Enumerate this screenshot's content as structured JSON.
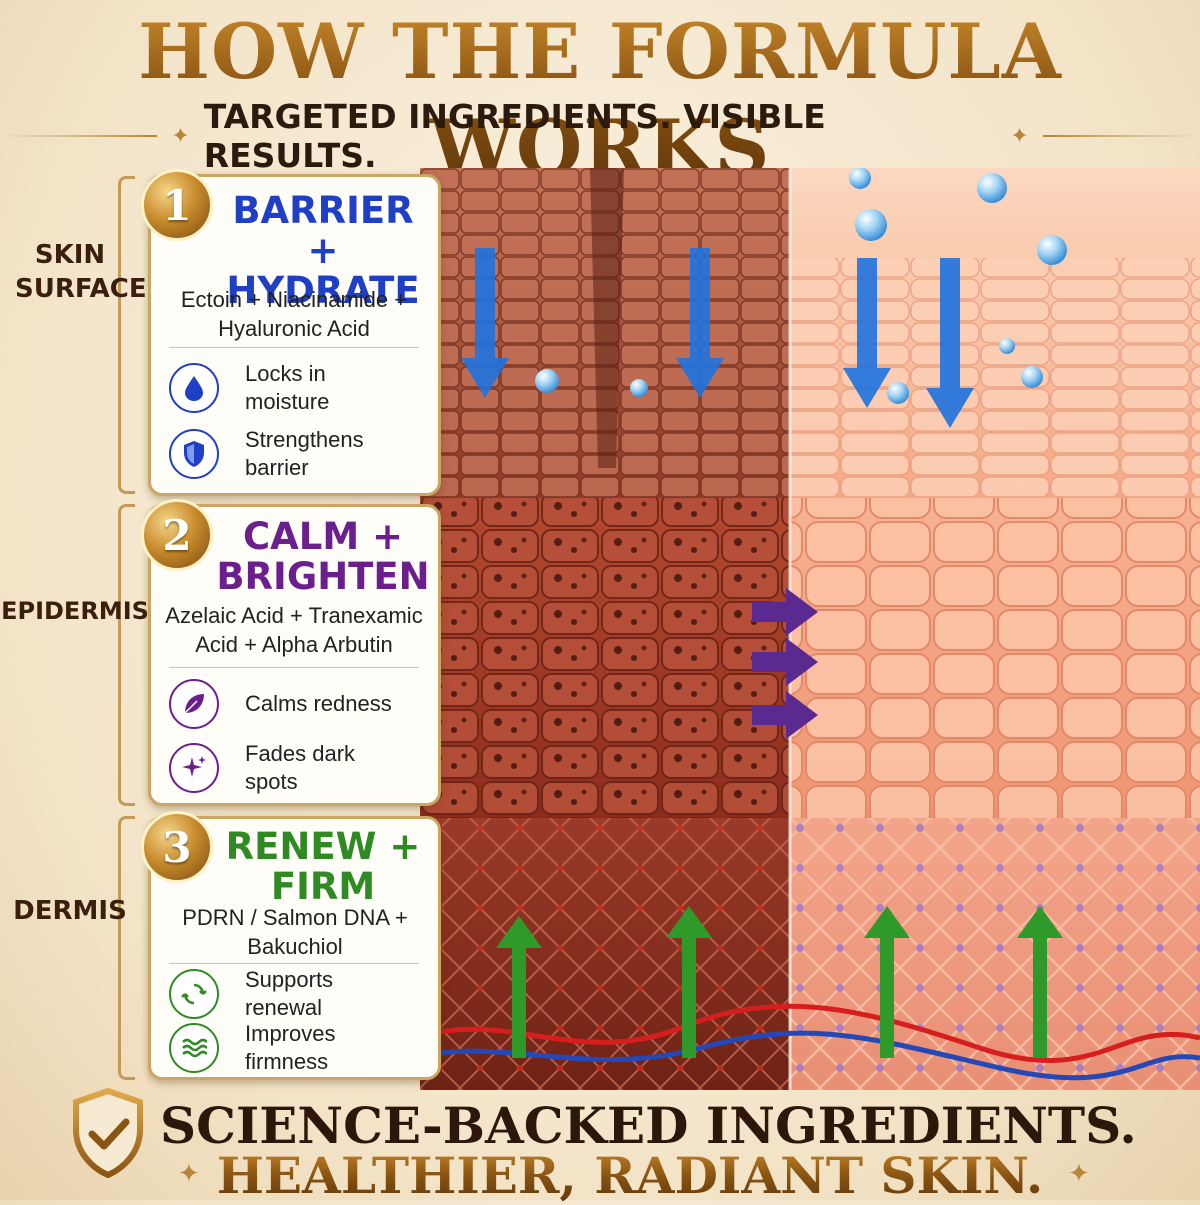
{
  "header": {
    "title": "HOW THE FORMULA WORKS",
    "subtitle": "TARGETED INGREDIENTS. VISIBLE RESULTS."
  },
  "layers": [
    {
      "side_label": "SKIN SURFACE",
      "number": "1",
      "title": "BARRIER + HYDRATE",
      "title_color": "#1f3fc4",
      "ingredients": "Ectoin + Niacinamide + Hyaluronic Acid",
      "benefits": [
        {
          "icon": "water-drop-icon",
          "text": "Locks in moisture"
        },
        {
          "icon": "shield-icon",
          "text": "Strengthens barrier"
        }
      ]
    },
    {
      "side_label": "EPIDERMIS",
      "number": "2",
      "title": "CALM + BRIGHTEN",
      "title_color": "#6a1f8c",
      "ingredients": "Azelaic Acid + Tranexamic Acid + Alpha Arbutin",
      "benefits": [
        {
          "icon": "leaf-icon",
          "text": "Calms redness"
        },
        {
          "icon": "sparkle-icon",
          "text": "Fades dark spots"
        }
      ]
    },
    {
      "side_label": "DERMIS",
      "number": "3",
      "title": "RENEW + FIRM",
      "title_color": "#2f8a23",
      "ingredients": "PDRN / Salmon DNA + Bakuchiol",
      "benefits": [
        {
          "icon": "renew-cycle-icon",
          "text": "Supports renewal"
        },
        {
          "icon": "wave-lines-icon",
          "text": "Improves firmness"
        }
      ]
    }
  ],
  "footer": {
    "line1": "SCIENCE-BACKED INGREDIENTS.",
    "line2": "HEALTHIER, RADIANT SKIN."
  },
  "colors": {
    "gold": "#b8863a",
    "damaged_skin": "#a8402c",
    "healthy_skin": "#f4a57e",
    "hydrate_arrow": "#1e73e0",
    "brighten_arrow": "#5b2a91",
    "renew_arrow": "#2f9a2a"
  }
}
